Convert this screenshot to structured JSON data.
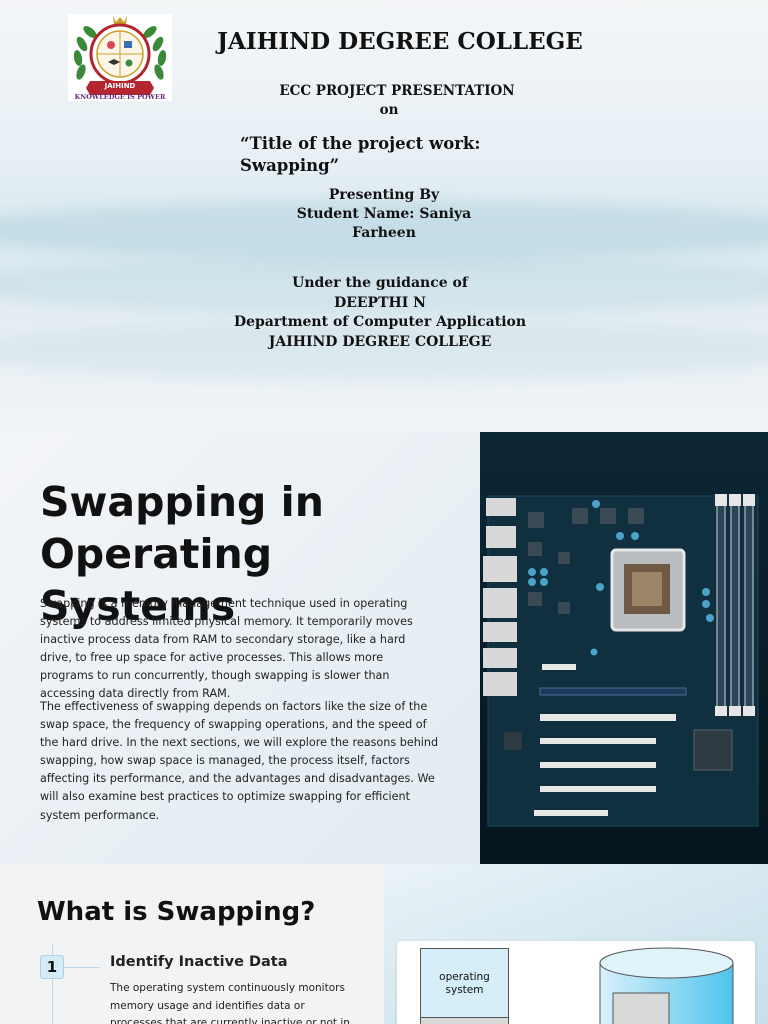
{
  "slide1": {
    "logo": {
      "banner_text": "JAIHIND",
      "motto": "KNOWLEDGE IS POWER"
    },
    "college_name": "JAIHIND DEGREE COLLEGE",
    "presentation_label": "ECC PROJECT PRESENTATION",
    "on_label": "on",
    "project_title": "“Title of the project work: Swapping”",
    "presenting_by": "Presenting By",
    "student_name": "Student Name: Saniya Farheen",
    "guidance_label": "Under the guidance of",
    "guide_name": "DEEPTHI N",
    "department": "Department of Computer Application",
    "college_footer": "JAIHIND DEGREE COLLEGE"
  },
  "slide2": {
    "heading": "Swapping in Operating Systems",
    "paragraph1": "Swapping is a memory management technique used in operating systems to address limited physical memory. It temporarily moves inactive process data from RAM to secondary storage, like a hard drive, to free up space for active processes. This allows more programs to run concurrently, though swapping is slower than accessing data directly from RAM.",
    "paragraph2": "The effectiveness of swapping depends on factors like the size of the swap space, the frequency of swapping operations, and the speed of the hard drive. In the next sections, we will explore the reasons behind swapping, how swap space is managed, the process itself, factors affecting its performance, and the advantages and disadvantages. We will also examine best practices to optimize swapping for efficient system performance.",
    "image": "motherboard-image"
  },
  "slide3": {
    "heading": "What is Swapping?",
    "step_number": "1",
    "step_title": "Identify Inactive Data",
    "step_text": "The operating system continuously monitors memory usage and identifies data or processes that are currently inactive or not in",
    "diagram": {
      "os_label": "operating system"
    }
  },
  "colors": {
    "accent": "#d4ecf6",
    "board": "#0e2a38",
    "logo_red": "#b3262f",
    "logo_green": "#3a8a3a"
  }
}
